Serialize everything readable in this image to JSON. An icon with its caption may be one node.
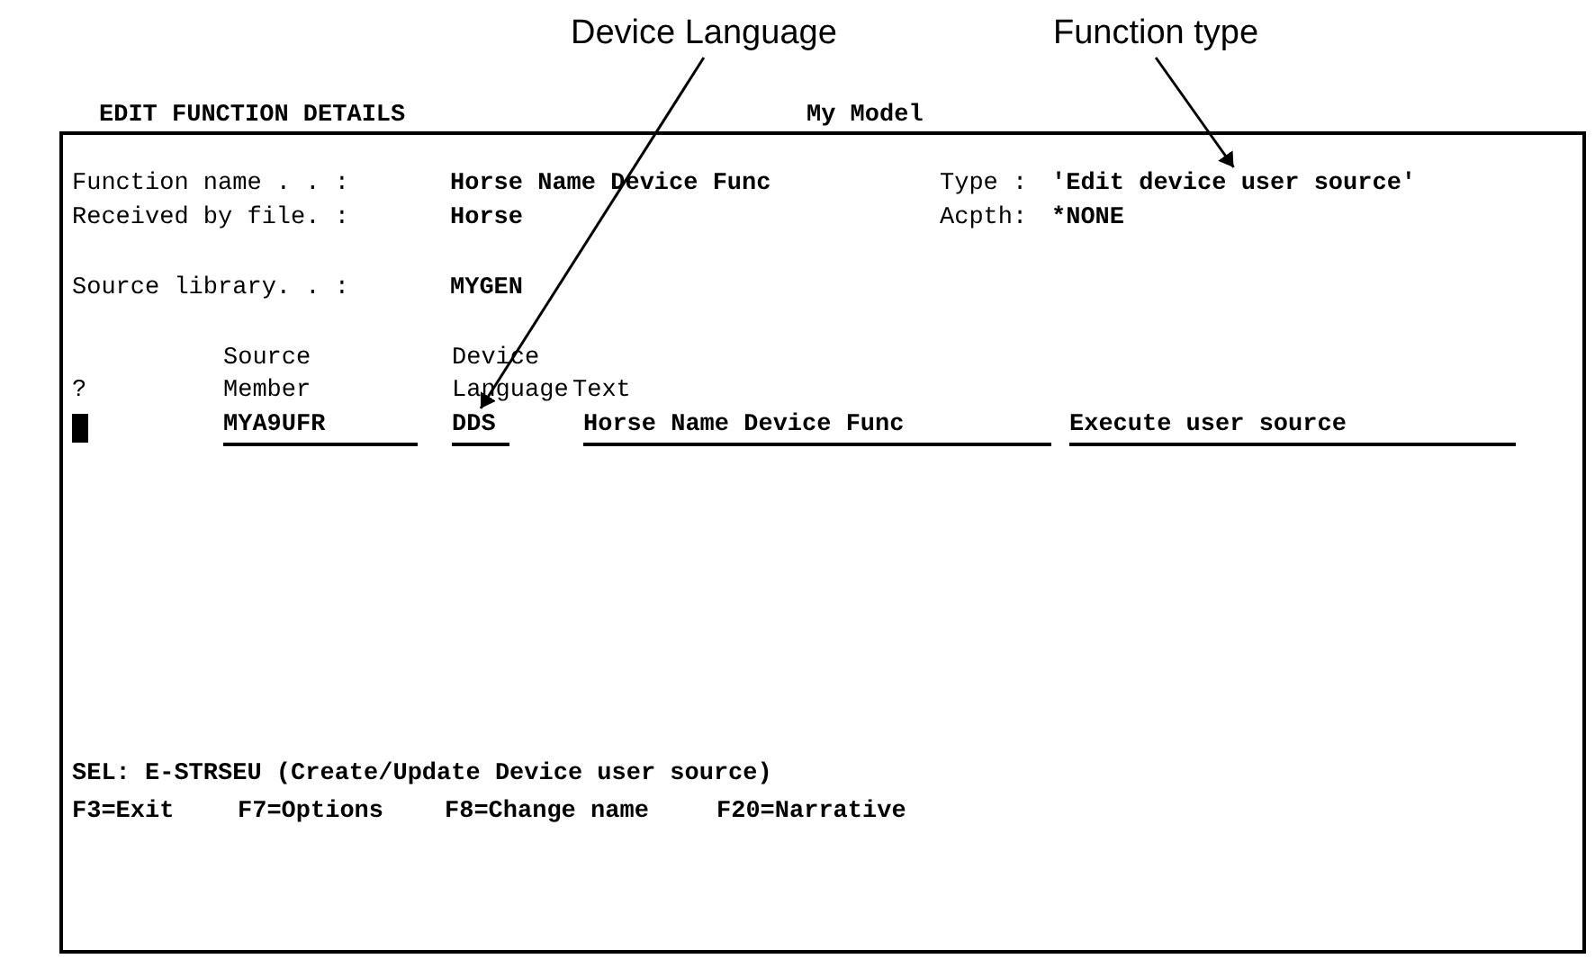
{
  "diagram": {
    "nodes": [
      {
        "text": [
          "Device Language"
        ]
      },
      {
        "text": [
          "Function type"
        ]
      },
      {
        "text": [
          "DDS"
        ]
      },
      {
        "text": [
          "'Edit device user source'"
        ]
      }
    ],
    "edges": [
      {
        "from": 0,
        "to": 2,
        "arrow": "to"
      },
      {
        "from": 1,
        "to": 3,
        "arrow": "to"
      }
    ],
    "labels": [
      "EDIT FUNCTION DETAILS",
      "My Model",
      "Function name . . :",
      "Horse Name Device Func",
      "Type :",
      "Received by file. :",
      "Horse",
      "Acpth:",
      "*NONE",
      "Source library. . :",
      "MYGEN",
      "Source",
      "Device",
      "?",
      "Member",
      "Language",
      "Text",
      "MYA9UFR",
      "Horse Name Device Func",
      "Execute user source",
      "SEL: E-STRSEU (Create/Update Device user source)",
      "F3=Exit",
      "F7=Options",
      "F8=Change name",
      "F20=Narrative"
    ]
  }
}
